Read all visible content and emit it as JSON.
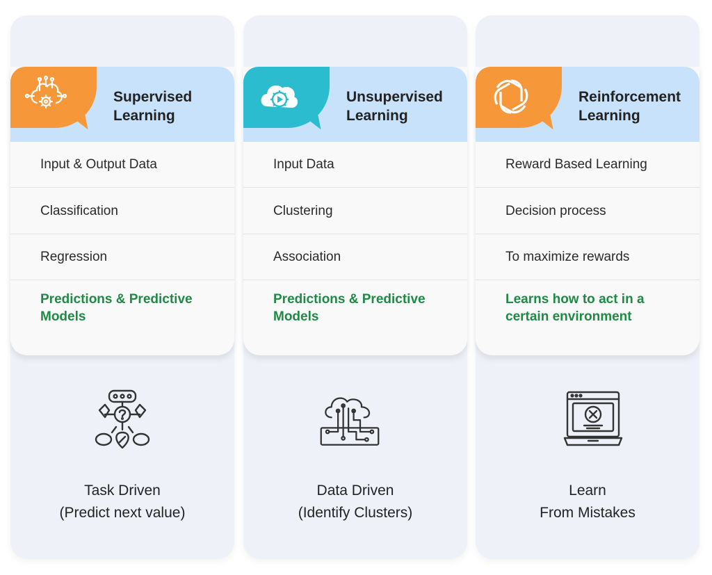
{
  "columns": [
    {
      "title_line1": "Supervised",
      "title_line2": "Learning",
      "header_icon": "ai-brain-gear-icon",
      "accent": "#f6983a",
      "rows": [
        "Input & Output Data",
        "Classification",
        "Regression"
      ],
      "highlight_line1": "Predictions & Predictive",
      "highlight_line2": "Models",
      "bottom_icon": "decision-tree-icon",
      "bottom_line1": "Task Driven",
      "bottom_line2": "(Predict next value)"
    },
    {
      "title_line1": "Unsupervised",
      "title_line2": "Learning",
      "header_icon": "cloud-gear-play-icon",
      "accent": "#2bbccf",
      "rows": [
        "Input Data",
        "Clustering",
        "Association"
      ],
      "highlight_line1": "Predictions & Predictive",
      "highlight_line2": "Models",
      "bottom_icon": "cloud-circuit-icon",
      "bottom_line1": "Data Driven",
      "bottom_line2": "(Identify Clusters)"
    },
    {
      "title_line1": "Reinforcement",
      "title_line2": "Learning",
      "header_icon": "knot-logo-icon",
      "accent": "#f6983a",
      "rows": [
        "Reward Based Learning",
        "Decision process",
        "To maximize rewards"
      ],
      "highlight_line1": "Learns how to act in a",
      "highlight_line2": "certain environment",
      "bottom_icon": "laptop-error-icon",
      "bottom_line1": "Learn",
      "bottom_line2": "From Mistakes"
    }
  ],
  "colors": {
    "highlight_text": "#1e8a44",
    "header_background": "#c8e2fb",
    "column_background": "#eef2f8"
  }
}
